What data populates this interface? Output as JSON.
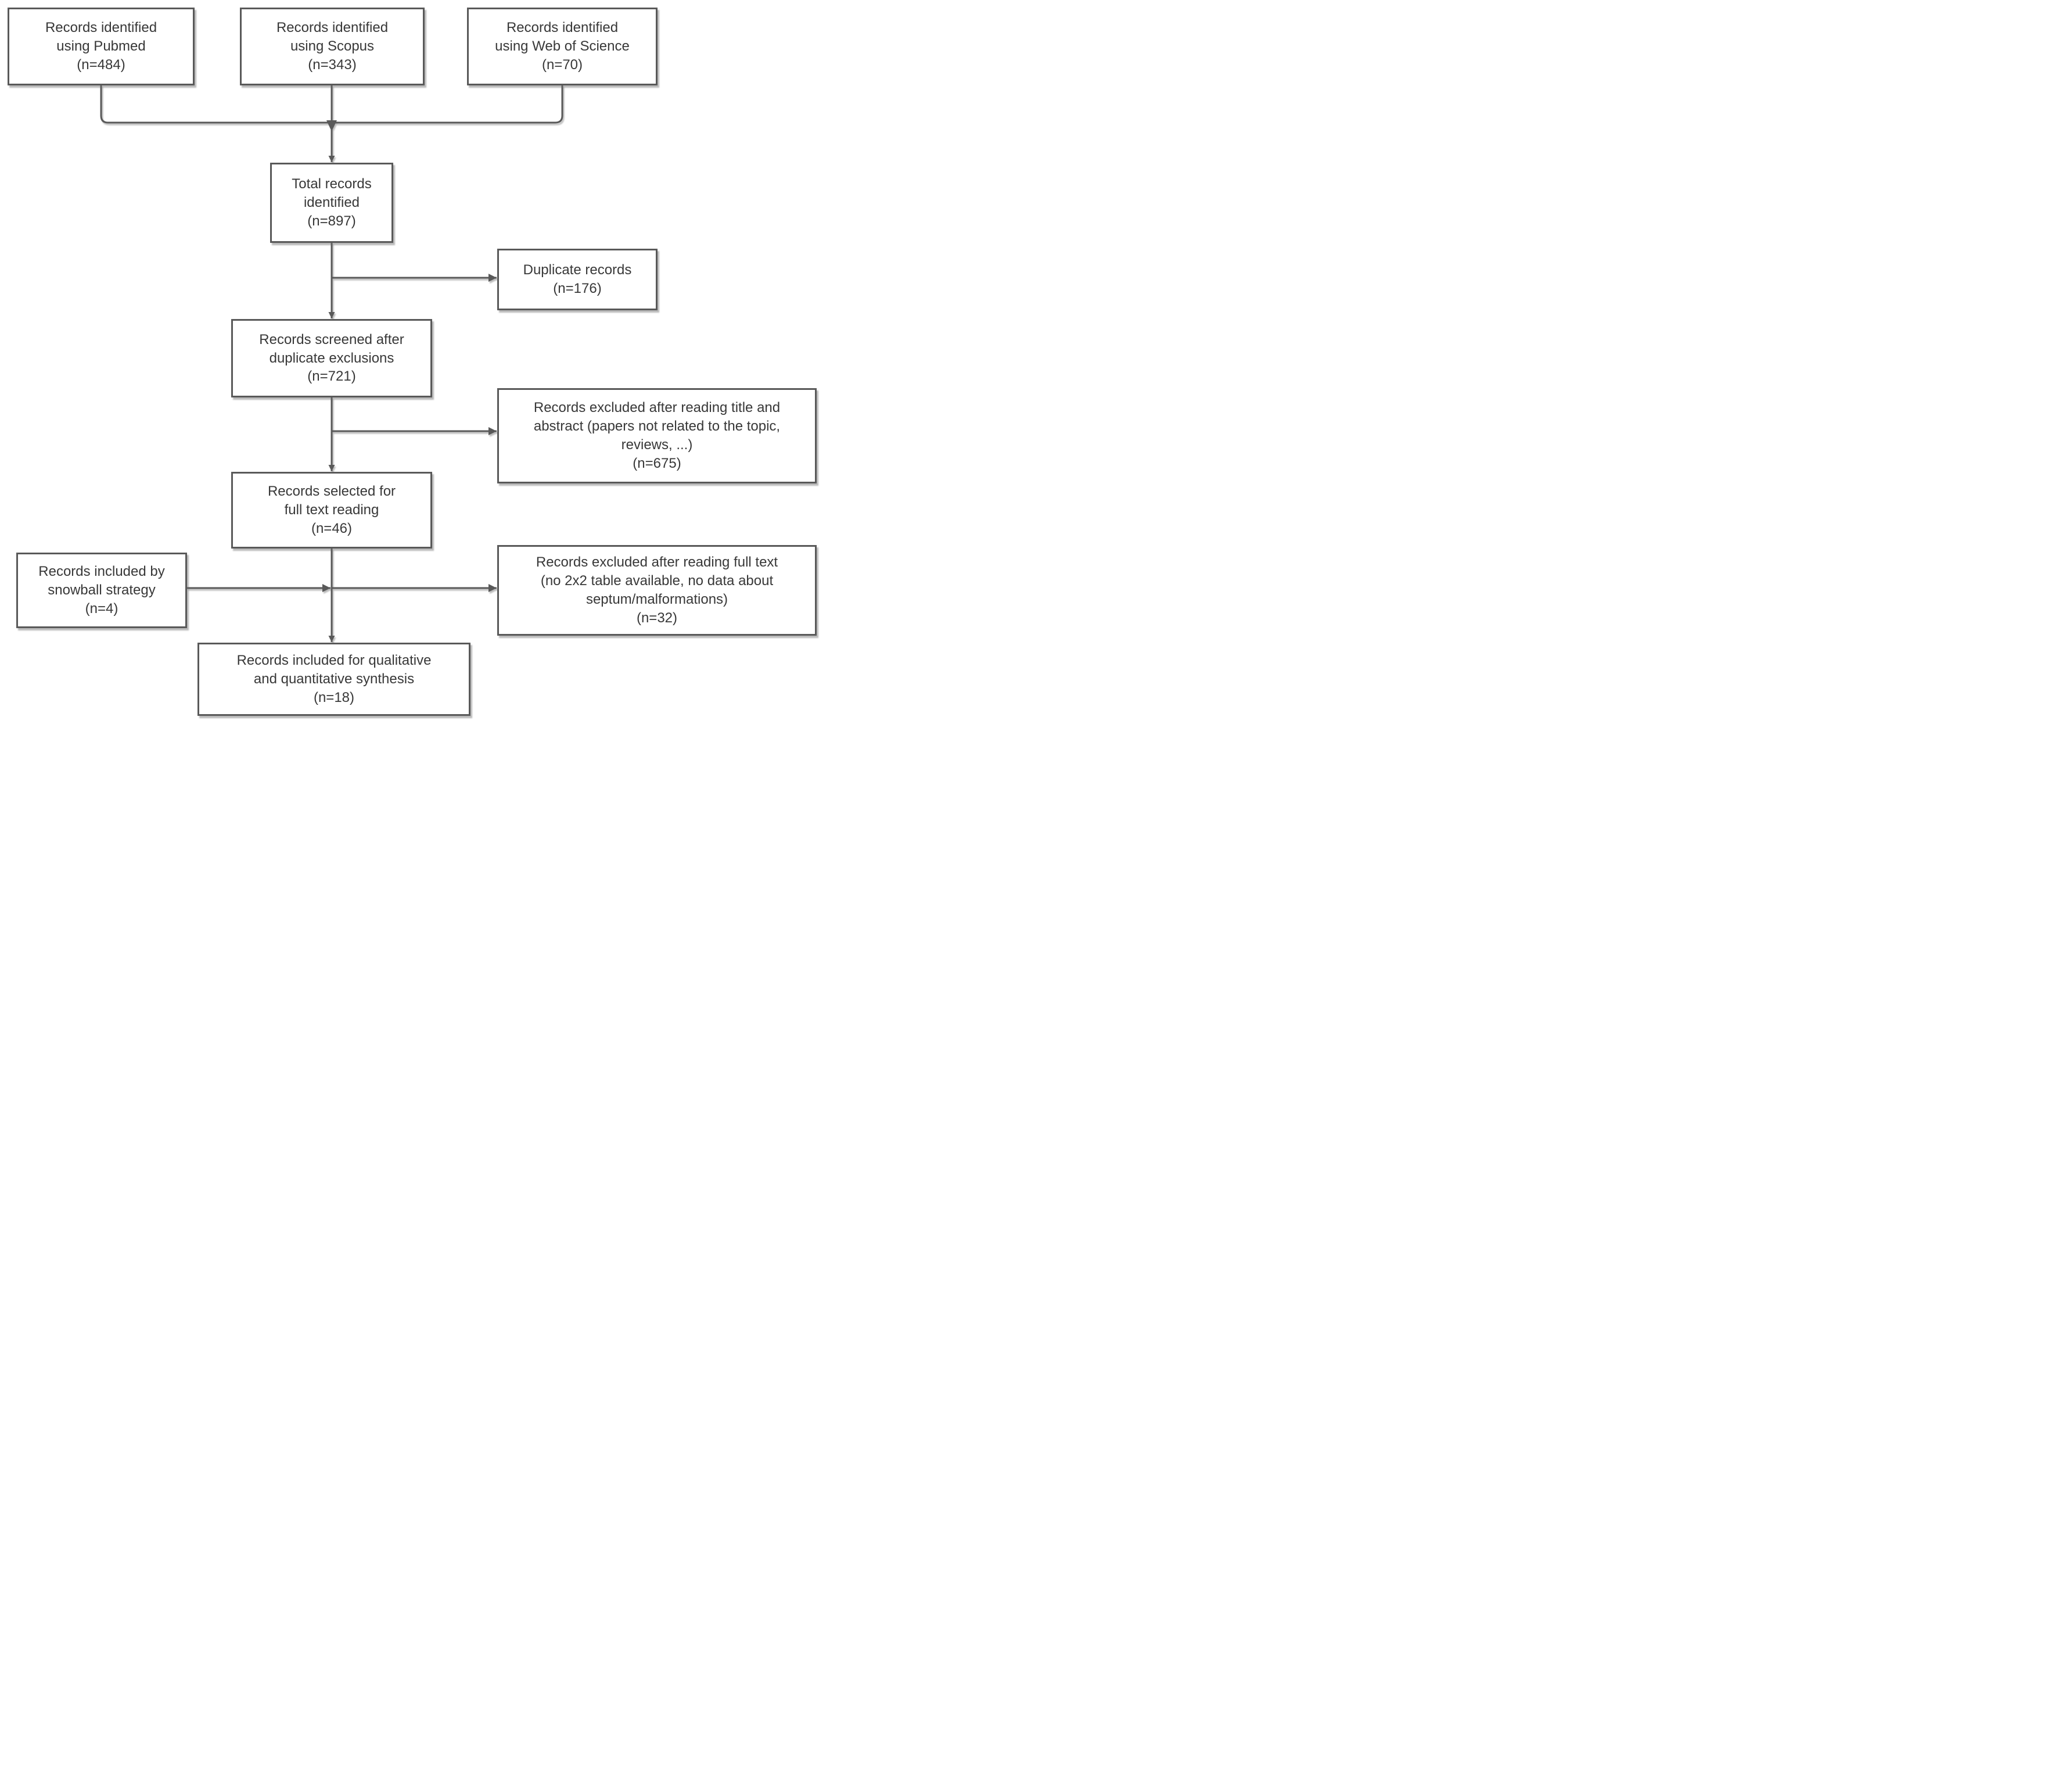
{
  "figure": {
    "type": "flowchart",
    "description": "Study selection flow diagram"
  },
  "colors": {
    "box_border": "#595959",
    "connector": "#595959",
    "text": "#383838",
    "background": "#ffffff"
  },
  "boxes": [
    {
      "id": "pubmed",
      "text": "Records identified\nusing Pubmed\n(n=484)"
    },
    {
      "id": "scopus",
      "text": "Records identified\nusing Scopus\n(n=343)"
    },
    {
      "id": "web_of_science",
      "text": "Records identified\nusing Web of Science\n(n=70)"
    },
    {
      "id": "total",
      "text": "Total records\nidentified\n(n=897)"
    },
    {
      "id": "duplicates",
      "text": "Duplicate records\n(n=176)"
    },
    {
      "id": "screened",
      "text": "Records screened after\nduplicate exclusions\n(n=721)"
    },
    {
      "id": "excluded_title",
      "text": "Records excluded after reading title and\nabstract (papers not related to the topic,\nreviews, ...)\n(n=675)"
    },
    {
      "id": "selected_fulltext",
      "text": "Records selected for\nfull text reading\n(n=46)"
    },
    {
      "id": "snowball",
      "text": "Records included by\nsnowball strategy\n(n=4)"
    },
    {
      "id": "excluded_fulltext",
      "text": "Records excluded after reading full text\n(no 2x2 table available, no data about\nseptum/malformations)\n(n=32)"
    },
    {
      "id": "final_included",
      "text": "Records included for qualitative\nand quantitative synthesis\n(n=18)"
    }
  ]
}
